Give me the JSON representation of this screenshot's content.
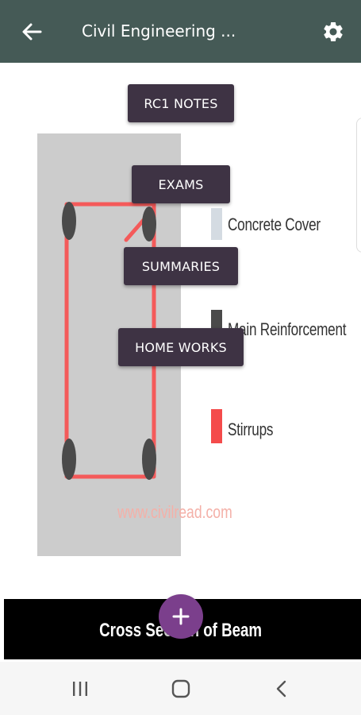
{
  "appbar": {
    "title": "Civil Engineering ...",
    "back_icon": "arrow-left-icon",
    "settings_icon": "gear-icon",
    "background": "#455a56"
  },
  "menu": {
    "items": [
      {
        "label": "RC1 NOTES"
      },
      {
        "label": "EXAMS"
      },
      {
        "label": "SUMMARIES"
      },
      {
        "label": "HOME WORKS"
      }
    ],
    "button_color": "#3e3344"
  },
  "figure": {
    "legend": [
      {
        "label": "Concrete Cover",
        "color": "#d4dbe2"
      },
      {
        "label": "Main Reinforcement",
        "color": "#4a4a4a"
      },
      {
        "label": "Stirrups",
        "color": "#f44b4b"
      }
    ],
    "watermark": "www.civilread.com",
    "caption": "Cross Section of Beam",
    "concrete_color": "#cccccc",
    "stirrup_color": "#f45a5a",
    "bar_color": "#4a4a4a"
  },
  "fab": {
    "icon": "plus-icon",
    "color": "#7b3f8c"
  },
  "system_nav": {
    "recents_icon": "recents-icon",
    "home_icon": "home-icon",
    "back_icon": "back-chevron-icon"
  }
}
